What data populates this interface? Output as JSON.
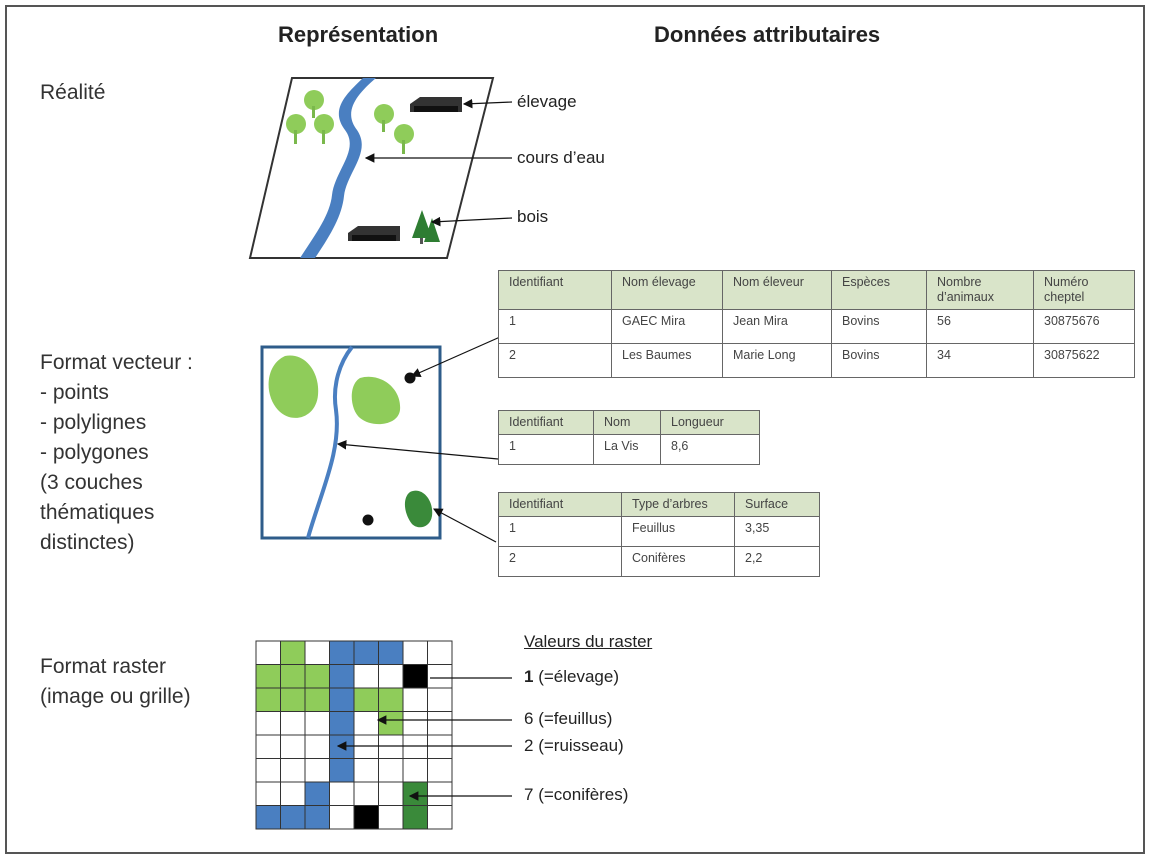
{
  "headers": {
    "representation": "Représentation",
    "attributes": "Données attributaires"
  },
  "reality": {
    "label": "Réalité",
    "annotations": {
      "breeding": "élevage",
      "stream": "cours d’eau",
      "woods": "bois"
    }
  },
  "vector": {
    "label_lines": [
      "Format vecteur :",
      "- points",
      "- polylignes",
      "- polygones",
      "(3 couches",
      "thématiques",
      "distinctes)"
    ],
    "points_table": {
      "headers": [
        "Identifiant",
        "Nom élevage",
        "Nom éleveur",
        "Espèces",
        "Nombre d’animaux",
        "Numéro cheptel"
      ],
      "rows": [
        [
          "1",
          "GAEC Mira",
          "Jean Mira",
          "Bovins",
          "56",
          "30875676"
        ],
        [
          "2",
          "Les Baumes",
          "Marie Long",
          "Bovins",
          "34",
          "30875622"
        ]
      ]
    },
    "lines_table": {
      "headers": [
        "Identifiant",
        "Nom",
        "Longueur"
      ],
      "rows": [
        [
          "1",
          "La Vis",
          "8,6"
        ]
      ]
    },
    "polygons_table": {
      "headers": [
        "Identifiant",
        "Type d’arbres",
        "Surface"
      ],
      "rows": [
        [
          "1",
          "Feuillus",
          "3,35"
        ],
        [
          "2",
          "Conifères",
          "2,2"
        ]
      ]
    }
  },
  "raster": {
    "label_lines": [
      "Format raster",
      "(image ou grille)"
    ],
    "legend_title": "Valeurs du raster",
    "legend": [
      {
        "value": "1",
        "text": " (=élevage)"
      },
      {
        "value": "6",
        "text": " (=feuillus)"
      },
      {
        "value": "2",
        "text": " (=ruisseau)"
      },
      {
        "value": "7",
        "text": " (=conifères)"
      }
    ],
    "grid": [
      [
        0,
        6,
        0,
        2,
        2,
        2,
        0,
        0
      ],
      [
        6,
        6,
        6,
        2,
        0,
        0,
        1,
        0
      ],
      [
        6,
        6,
        6,
        2,
        6,
        6,
        0,
        0
      ],
      [
        0,
        0,
        0,
        2,
        0,
        6,
        0,
        0
      ],
      [
        0,
        0,
        0,
        2,
        0,
        0,
        0,
        0
      ],
      [
        0,
        0,
        0,
        2,
        0,
        0,
        0,
        0
      ],
      [
        0,
        0,
        2,
        0,
        0,
        0,
        7,
        0
      ],
      [
        2,
        2,
        2,
        0,
        1,
        0,
        7,
        0
      ]
    ],
    "colors": {
      "0": "#ffffff",
      "1": "#000000",
      "2": "#4a7fc1",
      "6": "#8fcc5a",
      "7": "#3a8a3a"
    }
  },
  "colors": {
    "water": "#4a7fc1",
    "deciduous": "#8fcc5a",
    "conifer": "#3a8a3a",
    "header_bg": "#d9e4c9"
  }
}
